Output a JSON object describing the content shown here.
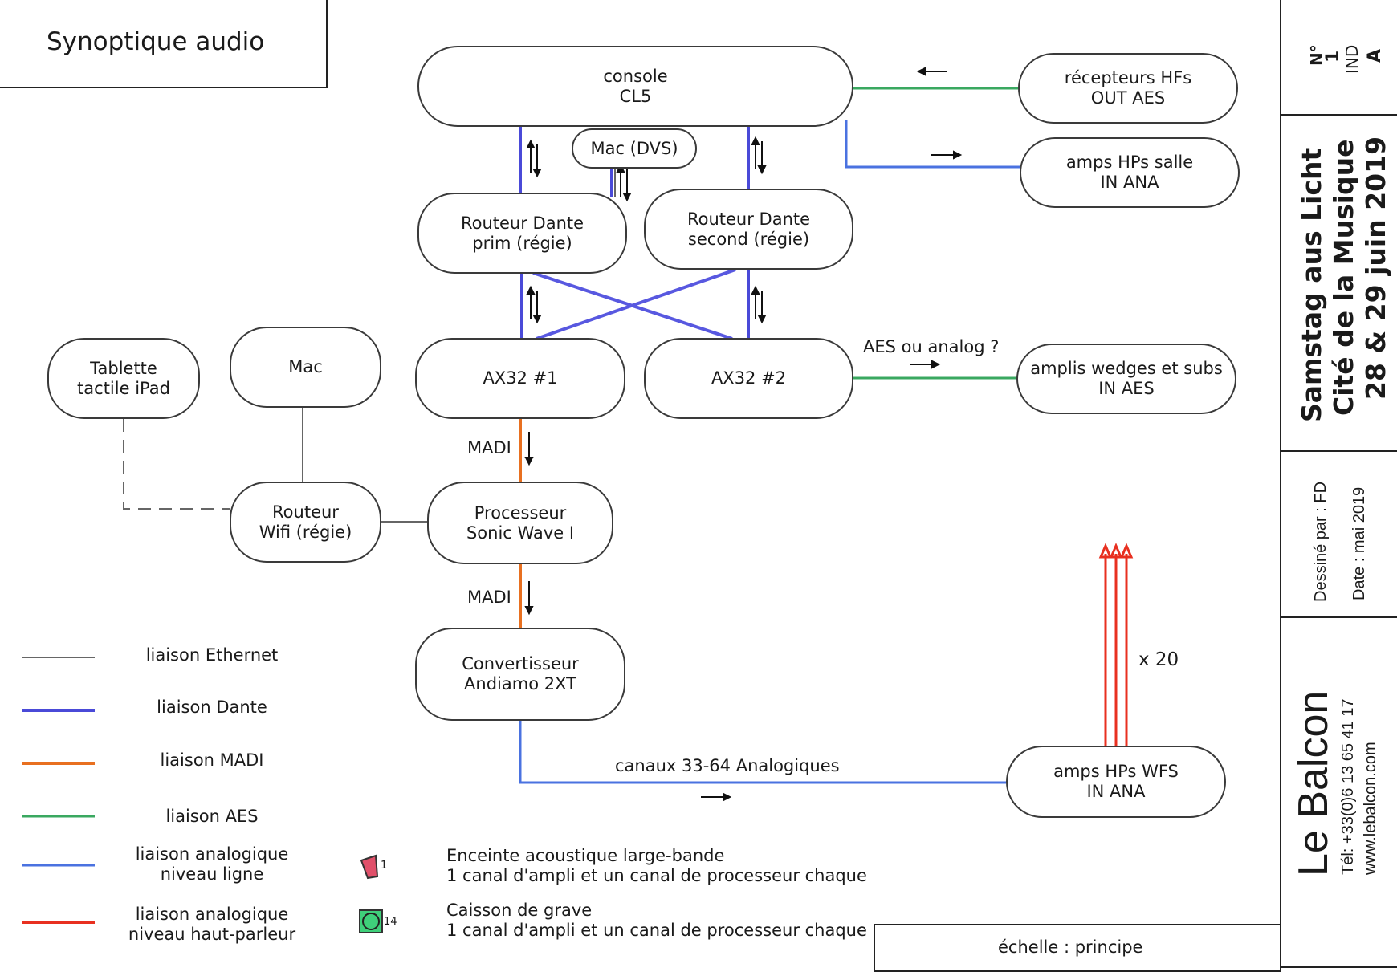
{
  "title": "Synoptique audio",
  "nodes": {
    "console": "console\nCL5",
    "mac_dvs": "Mac (DVS)",
    "routeur_prim": "Routeur Dante\nprim (régie)",
    "routeur_second": "Routeur Dante\nsecond (régie)",
    "ax32_1": "AX32 #1",
    "ax32_2": "AX32 #2",
    "tablette": "Tablette\ntactile iPad",
    "mac": "Mac",
    "routeur_wifi": "Routeur\nWifi (régie)",
    "processeur": "Processeur\nSonic Wave I",
    "convertisseur": "Convertisseur\nAndiamo 2XT",
    "recepteurs": "récepteurs HFs\nOUT AES",
    "amps_salle": "amps  HPs salle\nIN ANA",
    "amplis_wedges": "amplis wedges et subs\nIN AES",
    "amps_wfs": "amps  HPs WFS\nIN ANA"
  },
  "edge_labels": {
    "madi_1": "MADI",
    "madi_2": "MADI",
    "aes_analog": "AES ou analog ?",
    "canaux": "canaux 33-64 Analogiques",
    "x20": "x 20"
  },
  "legend": [
    {
      "label": "liaison Ethernet",
      "color": "#666666"
    },
    {
      "label": "liaison Dante",
      "color": "#4a4ad8"
    },
    {
      "label": "liaison MADI",
      "color": "#e87020"
    },
    {
      "label": "liaison AES",
      "color": "#3aa860"
    },
    {
      "label": "liaison analogique\nniveau ligne",
      "color": "#4a72e0"
    },
    {
      "label": "liaison analogique\nniveau haut-parleur",
      "color": "#e83020"
    }
  ],
  "symbols": {
    "speaker_count": "1",
    "speaker_desc": "Enceinte acoustique large-bande\n1 canal d'ampli et un canal de processeur chaque",
    "sub_count": "14",
    "sub_desc": "Caisson de grave\n1 canal d'ampli et un canal de processeur chaque"
  },
  "scale": "échelle : principe",
  "cartouche": {
    "num_label": "N°",
    "num_value": "1",
    "ind_label": "IND",
    "ind_value": "A",
    "project_line1": "Samstag aus Licht",
    "project_line2": "Cité de la Musique",
    "project_line3": "28 & 29 juin 2019",
    "drawn_by": "Dessiné par : FD",
    "date": "Date : mai 2019",
    "company": "Le Balcon",
    "tel": "Tél: +33(0)6 13 65 41 17",
    "web": "www.lebalcon.com"
  }
}
